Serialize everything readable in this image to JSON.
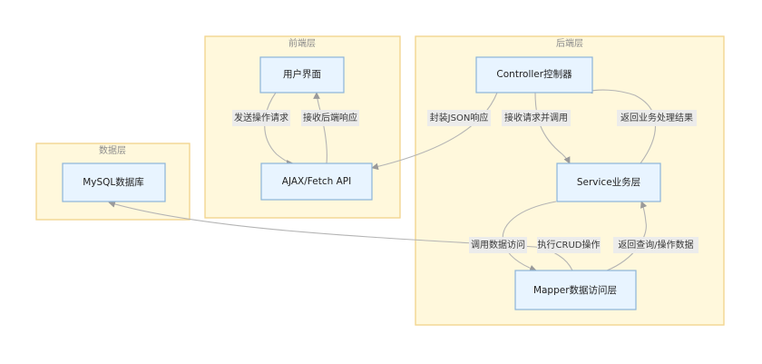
{
  "clusters": {
    "frontend": "前端层",
    "backend": "后端层",
    "data": "数据层"
  },
  "nodes": {
    "ui": "用户界面",
    "ajax": "AJAX/Fetch API",
    "controller": "Controller控制器",
    "service": "Service业务层",
    "mapper": "Mapper数据访问层",
    "mysql": "MySQL数据库"
  },
  "edges": {
    "send_request": "发送操作请求",
    "receive_response": "接收后端响应",
    "wrap_json": "封装JSON响应",
    "receive_call": "接收请求并调用",
    "return_result": "返回业务处理结果",
    "call_data": "调用数据访问",
    "exec_crud": "执行CRUD操作",
    "return_query": "返回查询/操作数据"
  },
  "colors": {
    "cluster_fill": "#fff8dc",
    "cluster_stroke": "#f2d38a",
    "node_fill": "#e8f4ff",
    "node_stroke": "#8cb4d8",
    "edge": "#b4b4b4"
  }
}
